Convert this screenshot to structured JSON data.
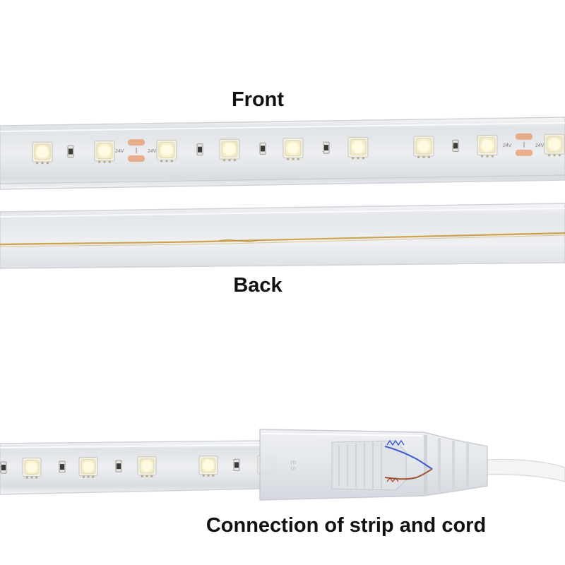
{
  "captions": {
    "front": "Front",
    "back": "Back",
    "connection": "Connection of strip and cord"
  },
  "strip_marking": "24V",
  "colors": {
    "background": "#ffffff",
    "silicone_jacket": "#e9ebee",
    "jacket_edge": "#cfd3d8",
    "led_chip": "#fbf6e2",
    "led_glow": "#fffde8",
    "copper_pad": "#e8a27a",
    "trace_gold": "#c99a3c",
    "cord": "#f4f4f4",
    "wire_blue": "#3a5ad0",
    "wire_brown": "#a0522d"
  }
}
